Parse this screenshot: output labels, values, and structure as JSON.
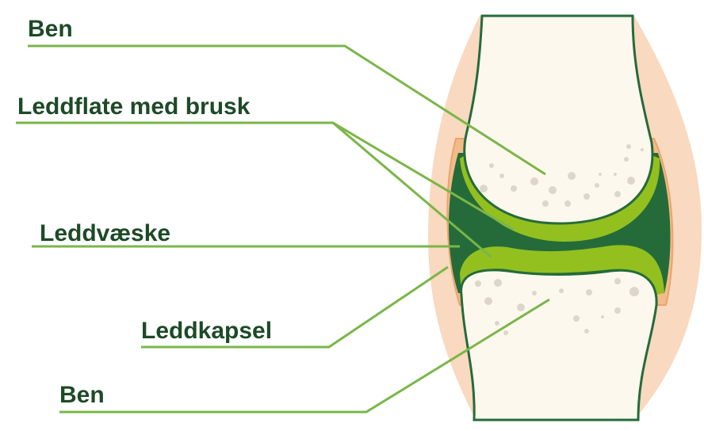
{
  "title": "Joint anatomy diagram",
  "labels": {
    "bone_top": "Ben",
    "cartilage": "Leddflate med brusk",
    "synovial_fluid": "Leddvæske",
    "capsule": "Leddkapsel",
    "bone_bottom": "Ben"
  },
  "colors": {
    "skin": "#f9d9bf",
    "capsule_outer": "#f3bb8a",
    "synovial_fluid": "#256b3a",
    "cartilage": "#93c01f",
    "bone": "#fdf8ee",
    "leader_line": "#7ab648",
    "text": "#1d4a27"
  }
}
